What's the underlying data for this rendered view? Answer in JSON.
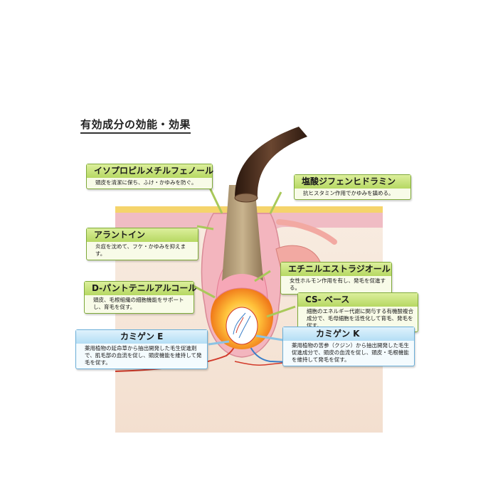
{
  "title": "有効成分の効能・効果",
  "ingredients": [
    {
      "name": "イソプロピルメチルフェノール",
      "description": "頭皮を清潔に保ち、ふけ・かゆみを防ぐ。"
    },
    {
      "name": "塩酸ジフェンヒドラミン",
      "description": "抗ヒスタミン作用でかゆみを鎮める。"
    },
    {
      "name": "アラントイン",
      "description": "炎症を沈めて、フケ・かゆみを抑えます。"
    },
    {
      "name": "エチニルエストラジオール",
      "description": "女性ホルモン作用を有し、発毛を促進する。"
    },
    {
      "name": "D-パントテニルアルコール",
      "description": "頭皮、毛根組織の細胞機能をサポートし、育毛を促す。"
    },
    {
      "name": "CS- ベース",
      "description": "細胞のエネルギー代謝に関与する有機酸複合成分で、毛母細胞を活性化して育毛、発毛を促す。"
    },
    {
      "name": "カミゲン E",
      "description": "薬用植物の延命草から抽出開発した毛生促進剤で、肌毛部の血流を促し、頭皮機能を維持して発毛を促す。"
    },
    {
      "name": "カミゲン K",
      "description": "薬用植物の苦参（クジン）から抽出開発した毛生促進成分で、頭皮の血流を促し、頭皮・毛根機能を維持して発毛を促す。"
    }
  ],
  "colors": {
    "green_border": "#7faa3a",
    "green_header": "#c9e47e",
    "blue_border": "#6aaed8",
    "blue_header": "#c8e8f8",
    "skin_pink": "#f3c7cc",
    "dermis": "#f6e7da",
    "hair_dark": "#3a2418",
    "artery_red": "#d23a2a",
    "vein_blue": "#3a7fc8"
  }
}
